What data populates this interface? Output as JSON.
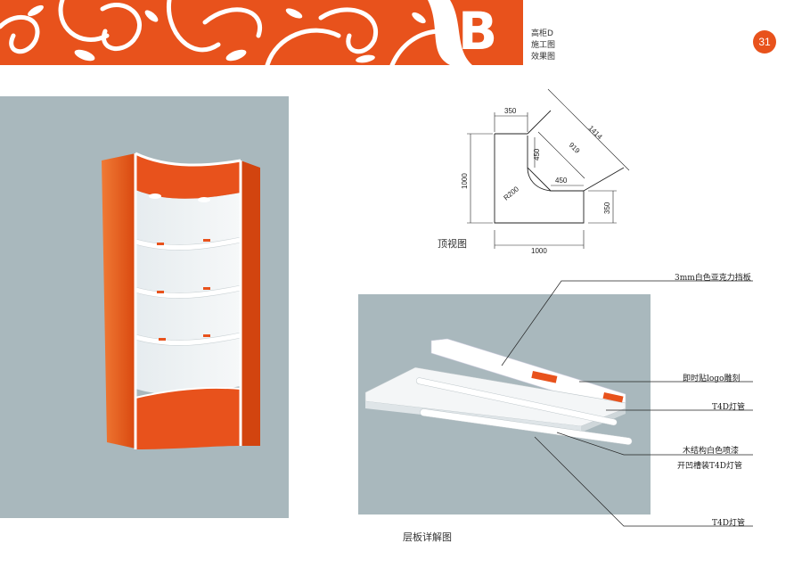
{
  "header": {
    "letter": "B",
    "title_lines": [
      "高柜D",
      "施工图",
      "效果图"
    ],
    "page_number": "31",
    "brand_color": "#e8521c"
  },
  "top_view": {
    "caption": "顶视图",
    "dims": {
      "d350_top": "350",
      "d1414": "1414",
      "d919": "919",
      "d450_v": "450",
      "d450_h": "450",
      "d1000_v": "1000",
      "dR200": "R200",
      "d350_right": "350",
      "d1000_h": "1000"
    }
  },
  "shelf_detail": {
    "caption": "层板详解图",
    "callouts": [
      "3mm白色亚克力挡板",
      "即时贴logo雕刻",
      "T4D灯管",
      "木结构白色喷漆",
      "开凹槽装T4D灯管",
      "T4D灯管"
    ]
  }
}
